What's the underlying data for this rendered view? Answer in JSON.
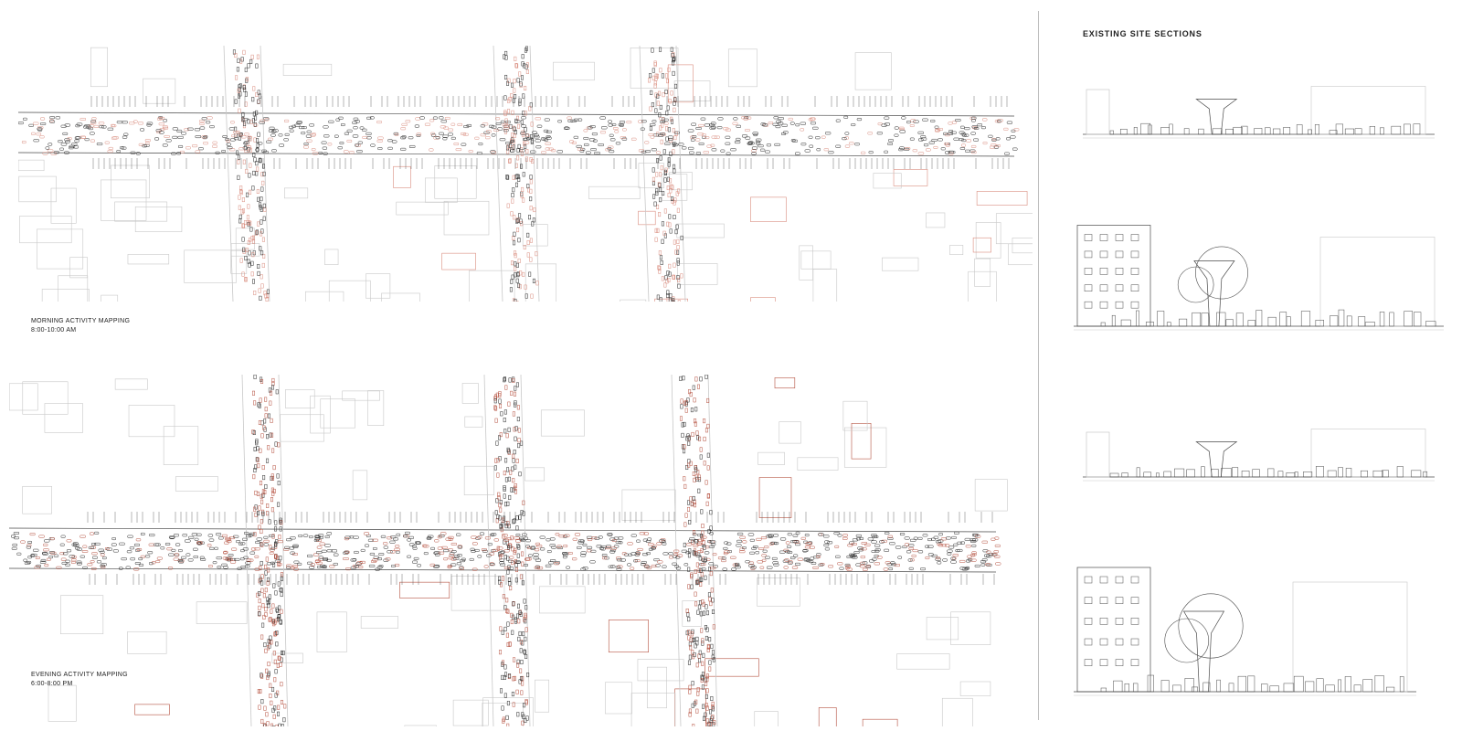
{
  "morning": {
    "title": "MORNING ACTIVITY MAPPING",
    "time": "8:00-10:00 AM"
  },
  "evening": {
    "title": "EVENING ACTIVITY MAPPING",
    "time": "6:00-8:00 PM"
  },
  "sections": {
    "title": "EXISTING SITE SECTIONS"
  },
  "colors": {
    "linework": "#4a4a4a",
    "faint": "#c8c8c8",
    "evening_accent": "#b5503f",
    "activity_dot": "#2b2b2b"
  }
}
